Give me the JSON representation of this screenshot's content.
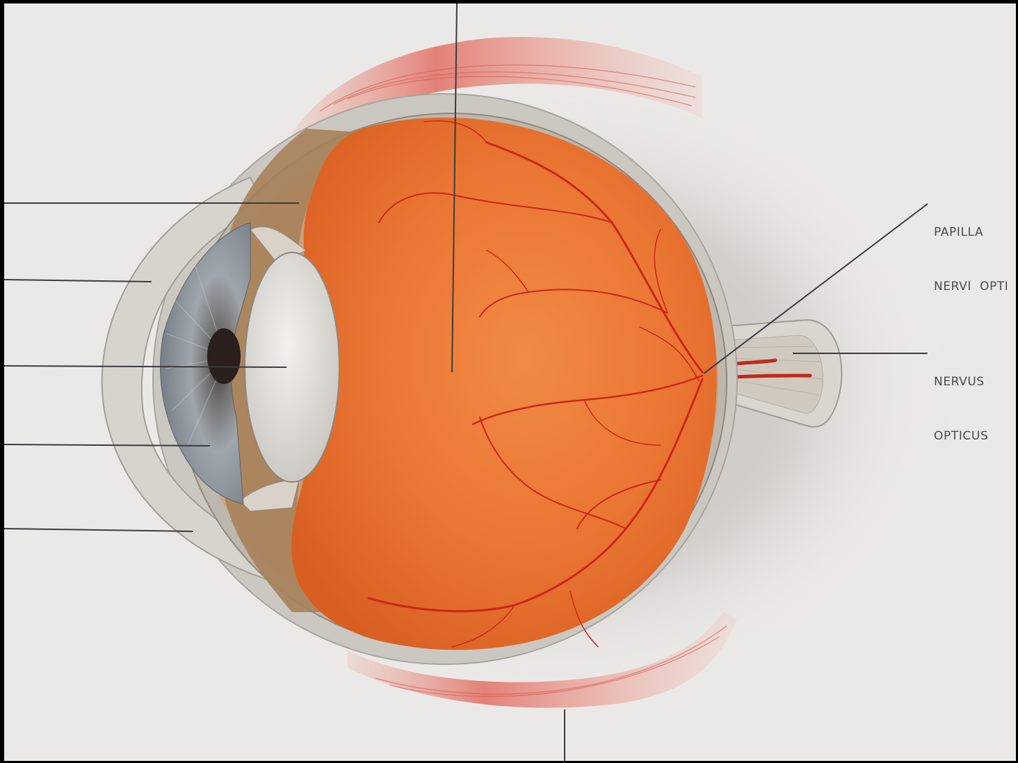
{
  "labels": {
    "papilla_line1": "PAPILLA",
    "papilla_line2": "NERVI  OPTI",
    "nervus_line1": "NERVUS",
    "nervus_line2": "OPTICUS"
  },
  "colors": {
    "paper": "#ebe9e7",
    "vitreous": "#e7762e",
    "vessel": "#c81e14",
    "sclera": "#d4d1cb",
    "iris": "#8a9096",
    "muscle": "#e2857a",
    "leader": "#3b3b3f"
  },
  "icons": {
    "diagram": "eyeball-cross-section"
  }
}
